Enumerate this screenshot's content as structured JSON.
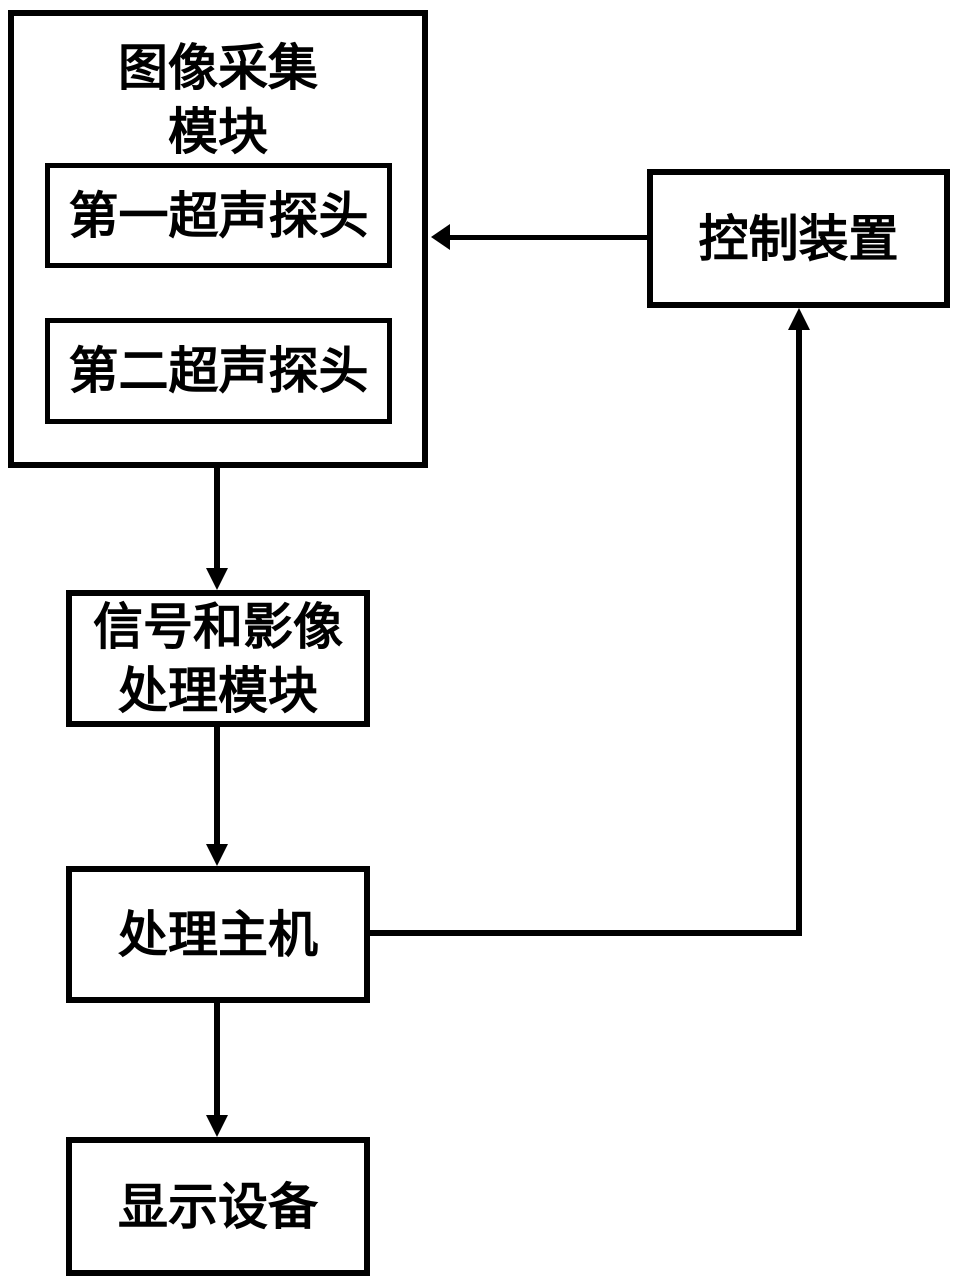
{
  "colors": {
    "background": "#ffffff",
    "line": "#000000",
    "text": "#000000"
  },
  "nodes": {
    "acquisition": {
      "line1": "图像采集",
      "line2": "模块"
    },
    "probe1": {
      "label": "第一超声探头"
    },
    "probe2": {
      "label": "第二超声探头"
    },
    "control": {
      "label": "控制装置"
    },
    "signal": {
      "line1": "信号和影像",
      "line2": "处理模块"
    },
    "host": {
      "label": "处理主机"
    },
    "display": {
      "label": "显示设备"
    }
  },
  "connections": [
    {
      "from": "控制装置",
      "to": "图像采集模块",
      "style": "arrow-left"
    },
    {
      "from": "图像采集模块",
      "to": "信号和影像处理模块",
      "style": "arrow-down"
    },
    {
      "from": "信号和影像处理模块",
      "to": "处理主机",
      "style": "arrow-down"
    },
    {
      "from": "处理主机",
      "to": "显示设备",
      "style": "arrow-down"
    },
    {
      "from": "处理主机",
      "to": "控制装置",
      "style": "arrow-up"
    }
  ]
}
